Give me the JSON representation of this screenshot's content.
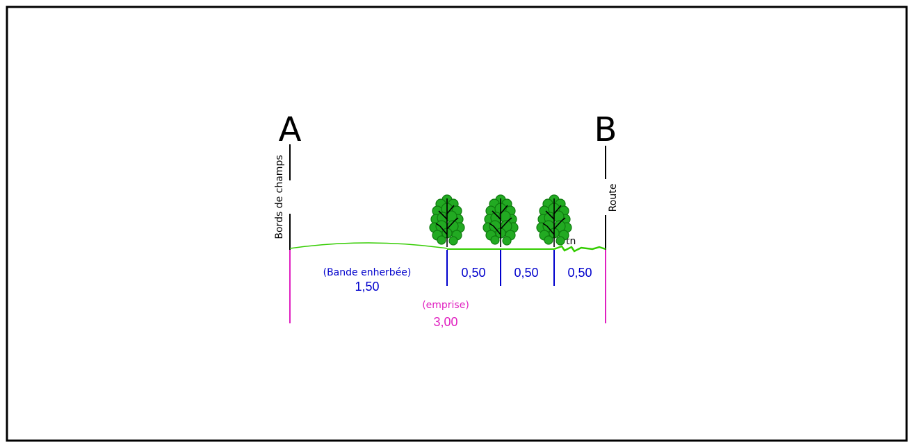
{
  "labels": {
    "point_a": "A",
    "point_b": "B",
    "left_side": "Bords de champs",
    "right_side": "Route",
    "terrain": "tn"
  },
  "dimensions": {
    "bande_label": "(Bande enherbée)",
    "bande_value": "1,50",
    "segments": [
      "0,50",
      "0,50",
      "0,50"
    ],
    "emprise_label": "(emprise)",
    "emprise_value": "3,00"
  },
  "colors": {
    "frame": "#000000",
    "ground": "#33cc00",
    "dimension_blue": "#0000cc",
    "dimension_magenta": "#e020c0",
    "foliage": "#22aa22",
    "foliage_dark": "#0f7a0f",
    "trunk": "#000000"
  },
  "icons": {
    "tree": "tree-icon"
  }
}
